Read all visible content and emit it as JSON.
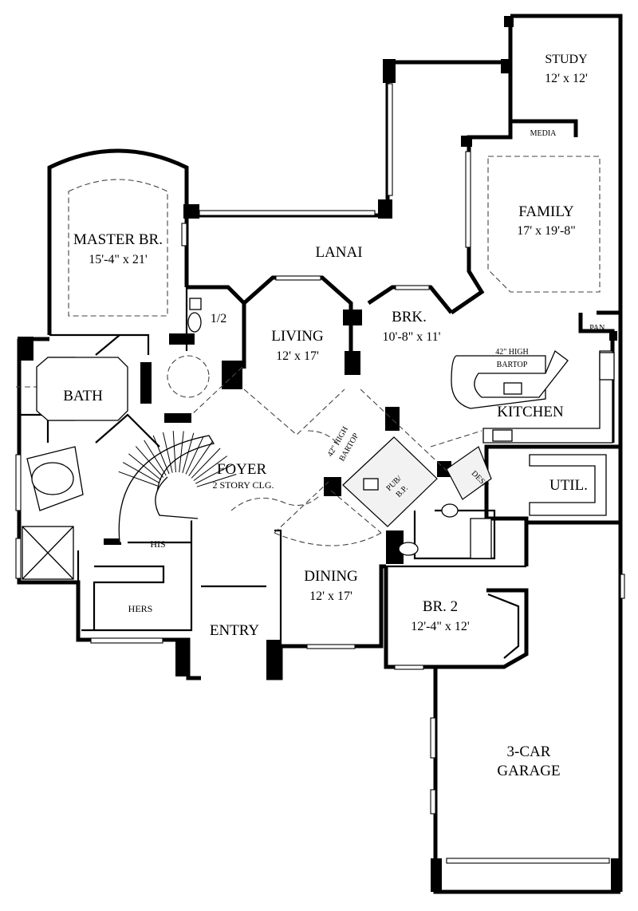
{
  "rooms": {
    "study": {
      "name": "STUDY",
      "size": "12' x 12'"
    },
    "media": {
      "name": "MEDIA"
    },
    "family": {
      "name": "FAMILY",
      "size": "17' x 19'-8\""
    },
    "lanai": {
      "name": "LANAI"
    },
    "master": {
      "name": "MASTER BR.",
      "size": "15'-4\" x 21'"
    },
    "half_bath": {
      "name": "1/2"
    },
    "living": {
      "name": "LIVING",
      "size": "12' x 17'"
    },
    "brk": {
      "name": "BRK.",
      "size": "10'-8\" x 11'"
    },
    "pan": {
      "name": "PAN."
    },
    "bartop_kitchen": {
      "line1": "42\" HIGH",
      "line2": "BARTOP"
    },
    "kitchen": {
      "name": "KITCHEN"
    },
    "bath": {
      "name": "BATH"
    },
    "foyer": {
      "name": "FOYER",
      "note": "2 STORY CLG."
    },
    "bartop_foyer": {
      "line1": "42\" HIGH",
      "line2": "BARTOP"
    },
    "pub": {
      "line1": "PUB/",
      "line2": "B.P."
    },
    "desk": {
      "name": "DESK"
    },
    "util": {
      "name": "UTIL."
    },
    "his": {
      "name": "HIS"
    },
    "hers": {
      "name": "HERS"
    },
    "dining": {
      "name": "DINING",
      "size": "12' x 17'"
    },
    "entry": {
      "name": "ENTRY"
    },
    "br2": {
      "name": "BR. 2",
      "size": "12'-4\" x 12'"
    },
    "garage": {
      "line1": "3-CAR",
      "line2": "GARAGE"
    }
  }
}
